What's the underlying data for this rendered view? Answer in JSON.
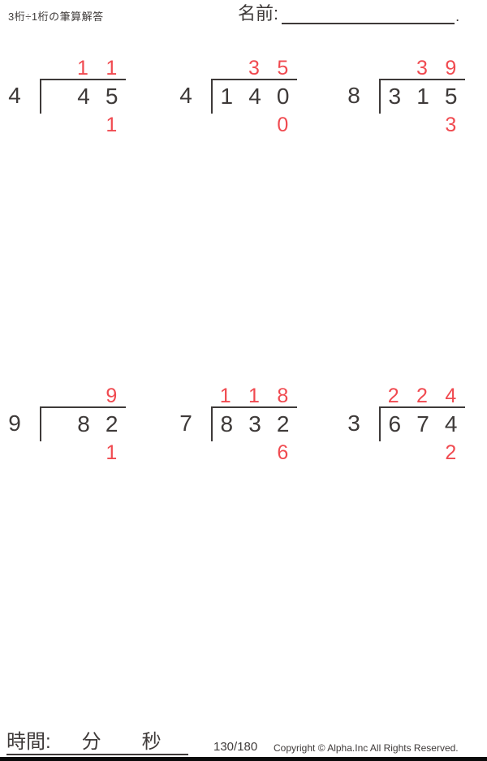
{
  "header": {
    "title": "3桁÷1桁の筆算解答",
    "name_label": "名前:",
    "name_line_period": "."
  },
  "problems": [
    {
      "divisor": "4",
      "dividend": [
        "",
        "4",
        "5"
      ],
      "quotient": [
        "",
        "1",
        "1"
      ],
      "remainder": [
        "",
        "",
        "1"
      ]
    },
    {
      "divisor": "4",
      "dividend": [
        "1",
        "4",
        "0"
      ],
      "quotient": [
        "",
        "3",
        "5"
      ],
      "remainder": [
        "",
        "",
        "0"
      ]
    },
    {
      "divisor": "8",
      "dividend": [
        "3",
        "1",
        "5"
      ],
      "quotient": [
        "",
        "3",
        "9"
      ],
      "remainder": [
        "",
        "",
        "3"
      ]
    },
    {
      "divisor": "9",
      "dividend": [
        "",
        "8",
        "2"
      ],
      "quotient": [
        "",
        "",
        "9"
      ],
      "remainder": [
        "",
        "",
        "1"
      ]
    },
    {
      "divisor": "7",
      "dividend": [
        "8",
        "3",
        "2"
      ],
      "quotient": [
        "1",
        "1",
        "8"
      ],
      "remainder": [
        "",
        "",
        "6"
      ]
    },
    {
      "divisor": "3",
      "dividend": [
        "6",
        "7",
        "4"
      ],
      "quotient": [
        "2",
        "2",
        "4"
      ],
      "remainder": [
        "",
        "",
        "2"
      ]
    }
  ],
  "footer": {
    "time_label": "時間:",
    "minutes_label": "分",
    "seconds_label": "秒",
    "page_indicator": "130/180",
    "copyright": "Copyright © Alpha.Inc All Rights Reserved."
  },
  "colors": {
    "answer_red": "#f04a50",
    "ink": "#3e3a39"
  }
}
